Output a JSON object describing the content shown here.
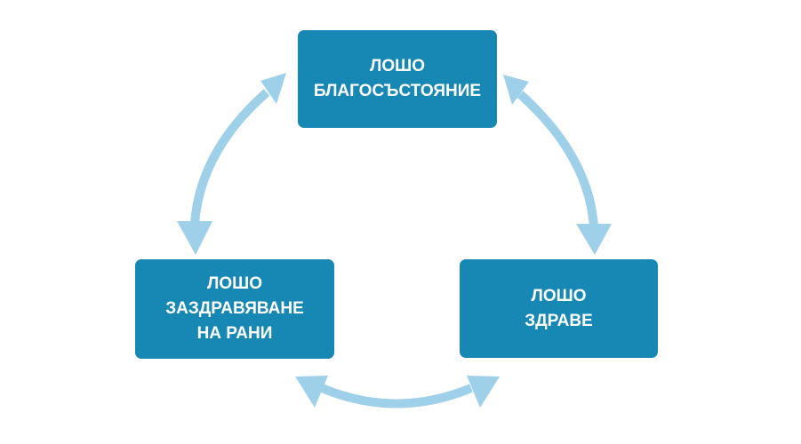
{
  "colors": {
    "box_fill": "#1787b3",
    "arrow": "#9ed0e9",
    "text": "#ffffff"
  },
  "nodes": {
    "top": {
      "lines": [
        "ЛОШО",
        "БЛАГОСЪСТОЯНИЕ"
      ]
    },
    "left": {
      "lines": [
        "ЛОШО",
        "ЗАЗДРАВЯВАНЕ",
        "НА РАНИ"
      ]
    },
    "right": {
      "lines": [
        "ЛОШО",
        "ЗДРАВЕ"
      ]
    }
  },
  "edges": [
    {
      "from": "top",
      "to": "right",
      "style": "double-arrow"
    },
    {
      "from": "right",
      "to": "left",
      "style": "double-arrow"
    },
    {
      "from": "left",
      "to": "top",
      "style": "double-arrow"
    }
  ]
}
